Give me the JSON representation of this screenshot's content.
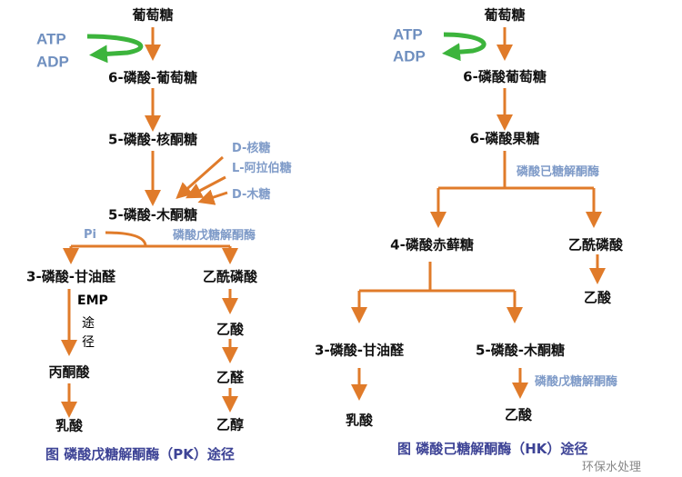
{
  "pk": {
    "glucose": "葡萄糖",
    "atp": "ATP",
    "adp": "ADP",
    "g6p": "6-磷酸-葡萄糖",
    "ru5p": "5-磷酸-核酮糖",
    "d_ribose": "D-核糖",
    "l_arabinose": "L-阿拉伯糖",
    "d_xylose": "D-木糖",
    "xu5p": "5-磷酸-木酮糖",
    "pi": "Pi",
    "enzyme": "磷酸戊糖解酮酶",
    "g3p": "3-磷酸-甘油醛",
    "acetyl_p": "乙酰磷酸",
    "emp": "EMP",
    "emp_tu": "途",
    "emp_jing": "径",
    "pyruvate": "丙酮酸",
    "lactate": "乳酸",
    "acetate": "乙酸",
    "acetaldehyde": "乙醛",
    "ethanol": "乙醇",
    "caption": "图  磷酸戊糖解酮酶（PK）途径"
  },
  "hk": {
    "glucose": "葡萄糖",
    "atp": "ATP",
    "adp": "ADP",
    "g6p": "6-磷酸葡萄糖",
    "f6p": "6-磷酸果糖",
    "enzyme": "磷酸已糖解酮酶",
    "e4p": "4-磷酸赤藓糖",
    "acetyl_p": "乙酰磷酸",
    "acetate_top": "乙酸",
    "g3p": "3-磷酸-甘油醛",
    "xu5p": "5-磷酸-木酮糖",
    "enzyme2": "磷酸戊糖解酮酶",
    "lactate": "乳酸",
    "acetate": "乙酸",
    "caption": "图  磷酸己糖解酮酶（HK）途径"
  },
  "watermark": "环保水处理",
  "colors": {
    "arrow": "#e07b2a",
    "green": "#3cb43c",
    "label_blue": "#7f9bc8",
    "caption": "#3e4496"
  }
}
